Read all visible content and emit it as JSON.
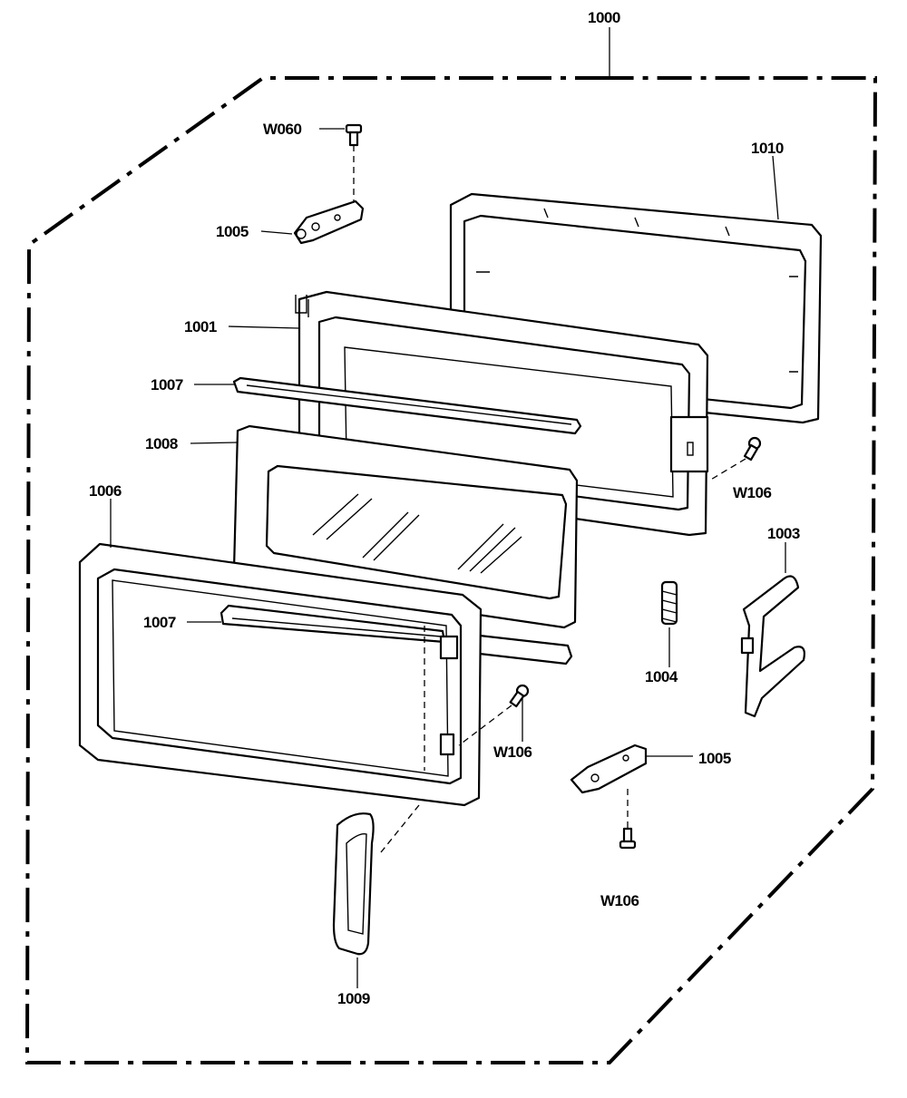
{
  "diagram": {
    "labels": {
      "assembly": "1000",
      "screw_top": "W060",
      "hinge_top": "1005",
      "choke_frame": "1010",
      "door_frame": "1001",
      "choke_strip_top": "1007",
      "glass_panel": "1008",
      "door_front": "1006",
      "screw_right": "W106",
      "latch": "1003",
      "spring": "1004",
      "choke_strip_front": "1007",
      "screw_mid": "W106",
      "hinge_bottom": "1005",
      "screw_bottom": "W106",
      "handle": "1009"
    }
  }
}
